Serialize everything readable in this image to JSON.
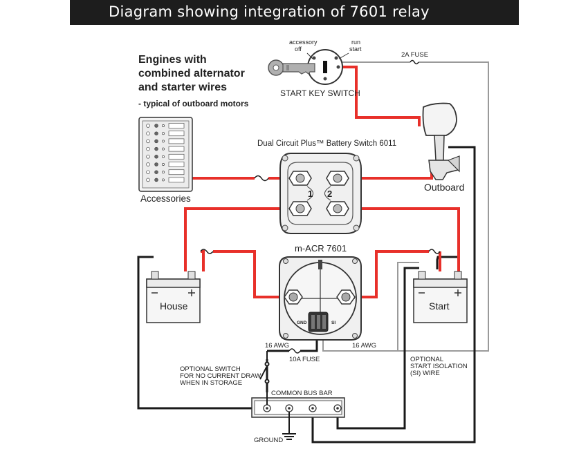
{
  "title": "Diagram showing integration of 7601 relay",
  "heading": {
    "line1": "Engines with",
    "line2": "combined alternator",
    "line3": "and starter wires",
    "note": "- typical of outboard motors"
  },
  "labels": {
    "accessory": "accessory",
    "off": "off",
    "run": "run",
    "start": "start",
    "start_key_switch": "START KEY SWITCH",
    "fuse_2a": "2A FUSE",
    "battery_switch": "Dual Circuit Plus™ Battery Switch 6011",
    "switch_pos_1": "1",
    "switch_pos_2": "2",
    "outboard": "Outboard",
    "accessories": "Accessories",
    "macr": "m-ACR 7601",
    "gnd": "GND",
    "si": "SI",
    "house": "House",
    "start_battery": "Start",
    "awg_left": "16 AWG",
    "awg_right": "16 AWG",
    "fuse_10a": "10A FUSE",
    "optional_switch_1": "OPTIONAL SWITCH",
    "optional_switch_2": "FOR NO CURRENT DRAW",
    "optional_switch_3": "WHEN IN STORAGE",
    "optional_si_1": "OPTIONAL",
    "optional_si_2": "START ISOLATION",
    "optional_si_3": "(SI) WIRE",
    "bus_bar": "COMMON BUS BAR",
    "ground": "GROUND"
  },
  "colors": {
    "red_wire": "#e8302a",
    "black_wire": "#1a1a1a",
    "gray_wire": "#9a9a9a",
    "title_bar": "#1d1d1d"
  }
}
